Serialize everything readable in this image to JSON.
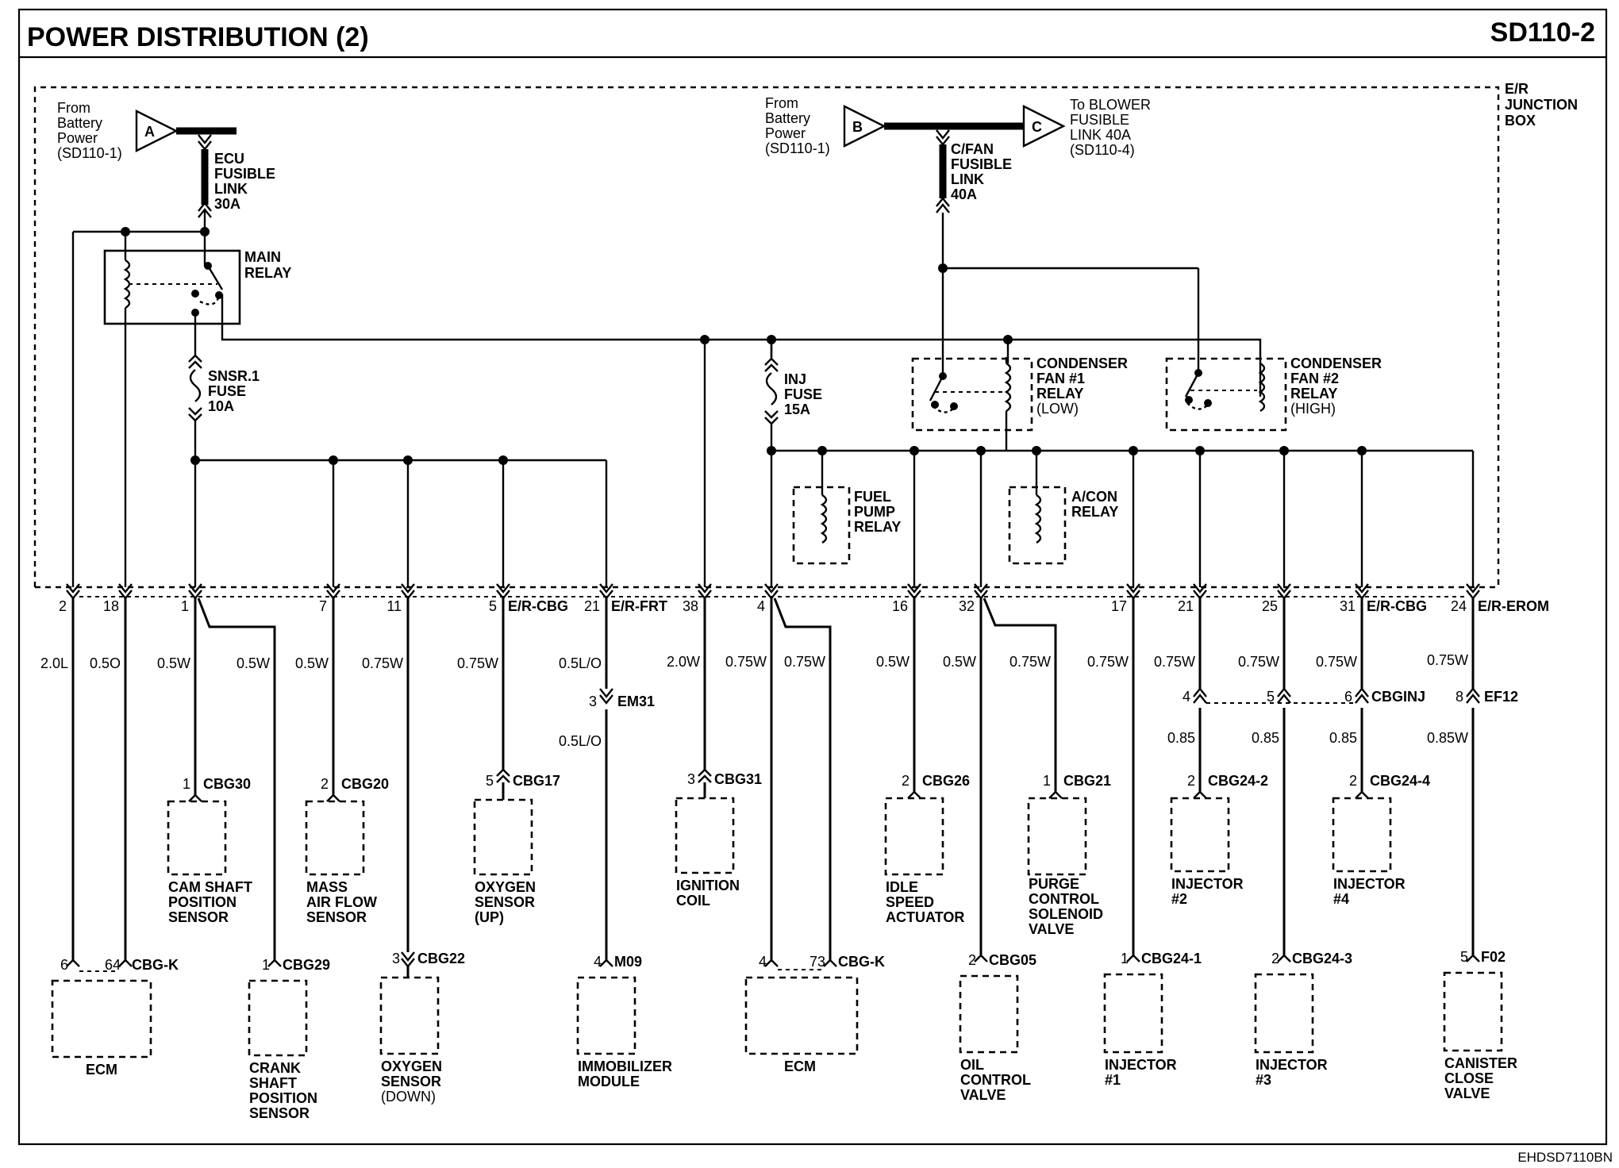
{
  "header": {
    "title": "POWER DISTRIBUTION (2)",
    "code": "SD110-2"
  },
  "footer": {
    "doc_code": "EHDSD7110BN"
  },
  "junction_box": [
    "E/R",
    "JUNCTION",
    "BOX"
  ],
  "sources": {
    "a": {
      "letter": "A",
      "lines": [
        "From",
        "Battery",
        "Power",
        "(SD110-1)"
      ]
    },
    "b": {
      "letter": "B",
      "lines": [
        "From",
        "Battery",
        "Power",
        "(SD110-1)"
      ]
    },
    "c": {
      "letter": "C",
      "lines": [
        "To BLOWER",
        "FUSIBLE",
        "LINK 40A",
        "(SD110-4)"
      ]
    }
  },
  "fusible_links": {
    "ecu": [
      "ECU",
      "FUSIBLE",
      "LINK",
      "30A"
    ],
    "cfan": [
      "C/FAN",
      "FUSIBLE",
      "LINK",
      "40A"
    ]
  },
  "relays": {
    "main": [
      "MAIN",
      "RELAY"
    ],
    "cond1": [
      "CONDENSER",
      "FAN #1",
      "RELAY",
      "(LOW)"
    ],
    "cond2": [
      "CONDENSER",
      "FAN #2",
      "RELAY",
      "(HIGH)"
    ],
    "fuel": [
      "FUEL",
      "PUMP",
      "RELAY"
    ],
    "acon": [
      "A/CON",
      "RELAY"
    ]
  },
  "fuses": {
    "snsr": [
      "SNSR.1",
      "FUSE",
      "10A"
    ],
    "inj": [
      "INJ",
      "FUSE",
      "15A"
    ]
  },
  "conn_names": {
    "cbg": "E/R-CBG",
    "frt": "E/R-FRT",
    "cbg2": "E/R-CBG",
    "erom": "E/R-EROM"
  },
  "pins": {
    "p1": "2",
    "p2": "18",
    "p3": "1",
    "p4": "7",
    "p5": "11",
    "p6": "5",
    "p7": "21",
    "p8": "38",
    "p9": "4",
    "p10": "16",
    "p11": "32",
    "p12": "17",
    "p13": "21",
    "p14": "25",
    "p15": "31",
    "p16": "24"
  },
  "wires": {
    "w1": "2.0L",
    "w2": "0.5O",
    "w3": "0.5W",
    "w4": "0.5W",
    "w5": "0.5W",
    "w6": "0.75W",
    "w7": "0.75W",
    "w8": "0.5L/O",
    "w9": "2.0W",
    "w10": "0.75W",
    "w11": "0.75W",
    "w12": "0.5W",
    "w13": "0.5W",
    "w14": "0.75W",
    "w15": "0.75W",
    "w16": "0.75W",
    "w17": "0.75W",
    "w18": "0.75W",
    "w19": "0.75W",
    "w20": "0.5L/O",
    "w21": "0.85",
    "w22": "0.85",
    "w23": "0.85",
    "w24": "0.85W"
  },
  "inline_conns": {
    "em31": {
      "pin": "3",
      "name": "EM31"
    },
    "cbginj": {
      "pins": [
        "4",
        "5",
        "6"
      ],
      "name": "CBGINJ"
    },
    "ef12": {
      "pin": "8",
      "name": "EF12"
    }
  },
  "components": {
    "cam": {
      "pin": "1",
      "conn": "CBG30",
      "label": [
        "CAM SHAFT",
        "POSITION",
        "SENSOR"
      ]
    },
    "maf": {
      "pin": "2",
      "conn": "CBG20",
      "label": [
        "MASS",
        "AIR FLOW",
        "SENSOR"
      ]
    },
    "o2up": {
      "pin": "5",
      "conn": "CBG17",
      "label": [
        "OXYGEN",
        "SENSOR",
        "(UP)"
      ]
    },
    "ign": {
      "pin": "3",
      "conn": "CBG31",
      "label": [
        "IGNITION",
        "COIL"
      ]
    },
    "isa": {
      "pin": "2",
      "conn": "CBG26",
      "label": [
        "IDLE",
        "SPEED",
        "ACTUATOR"
      ]
    },
    "purge": {
      "pin": "1",
      "conn": "CBG21",
      "label": [
        "PURGE",
        "CONTROL",
        "SOLENOID",
        "VALVE"
      ]
    },
    "inj2": {
      "pin": "2",
      "conn": "CBG24-2",
      "label": [
        "INJECTOR",
        "#2"
      ]
    },
    "inj4": {
      "pin": "2",
      "conn": "CBG24-4",
      "label": [
        "INJECTOR",
        "#4"
      ]
    },
    "ecm1": {
      "pins": [
        "6",
        "64"
      ],
      "conn": "CBG-K",
      "label": [
        "ECM"
      ]
    },
    "crank": {
      "pin": "1",
      "conn": "CBG29",
      "label": [
        "CRANK",
        "SHAFT",
        "POSITION",
        "SENSOR"
      ]
    },
    "o2down": {
      "pin": "3",
      "conn": "CBG22",
      "label": [
        "OXYGEN",
        "SENSOR",
        "(DOWN)"
      ]
    },
    "immo": {
      "pin": "4",
      "conn": "M09",
      "label": [
        "IMMOBILIZER",
        "MODULE"
      ]
    },
    "ecm2": {
      "pins": [
        "4",
        "73"
      ],
      "conn": "CBG-K",
      "label": [
        "ECM"
      ]
    },
    "ocv": {
      "pin": "2",
      "conn": "CBG05",
      "label": [
        "OIL",
        "CONTROL",
        "VALVE"
      ]
    },
    "inj1": {
      "pin": "1",
      "conn": "CBG24-1",
      "label": [
        "INJECTOR",
        "#1"
      ]
    },
    "inj3": {
      "pin": "2",
      "conn": "CBG24-3",
      "label": [
        "INJECTOR",
        "#3"
      ]
    },
    "ccv": {
      "pin": "5",
      "conn": "F02",
      "label": [
        "CANISTER",
        "CLOSE",
        "VALVE"
      ]
    }
  }
}
